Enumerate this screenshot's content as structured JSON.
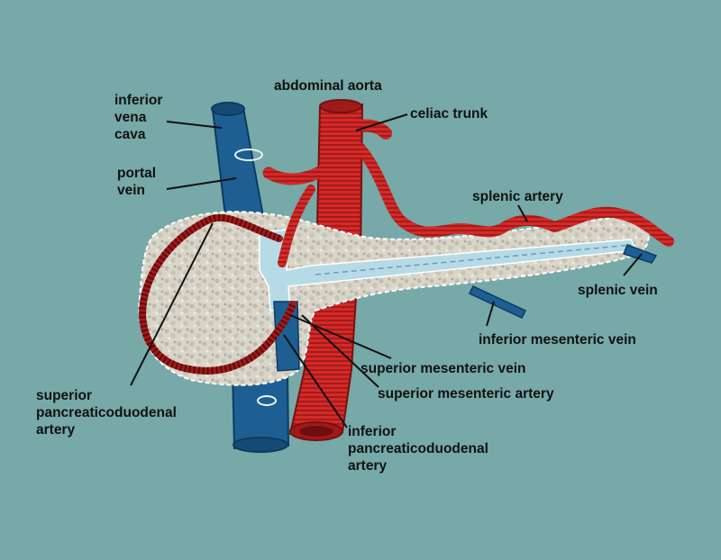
{
  "colors": {
    "background": "#76a9a7",
    "artery": "#d42a28",
    "artery_dark": "#8f1414",
    "vein": "#1d5f93",
    "vein_light": "#b6dbe6",
    "pancreas": "#d9d5c9",
    "label_text": "#111111"
  },
  "labels": {
    "ivc": [
      "inferior",
      "vena",
      "cava"
    ],
    "portal_vein": [
      "portal",
      "vein"
    ],
    "abdominal_aorta": "abdominal aorta",
    "celiac_trunk": "celiac trunk",
    "splenic_artery": "splenic artery",
    "splenic_vein": "splenic vein",
    "inferior_mesenteric_vein": "inferior mesenteric vein",
    "superior_mesenteric_vein": "superior mesenteric vein",
    "superior_mesenteric_artery": "superior mesenteric artery",
    "superior_pancreaticoduodenal_artery": [
      "superior",
      "pancreaticoduodenal",
      "artery"
    ],
    "inferior_pancreaticoduodenal_artery": [
      "inferior",
      "pancreaticoduodenal",
      "artery"
    ]
  }
}
